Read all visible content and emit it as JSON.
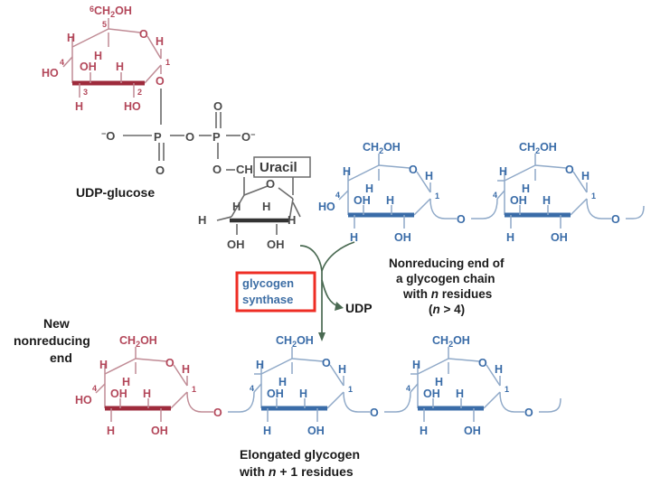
{
  "figure": {
    "title": "Glycogen synthase reaction",
    "background": "#ffffff",
    "colors": {
      "red_sugar": "#b3475a",
      "red_sugar_bold": "#9e2b3c",
      "blue_sugar": "#3a6ca8",
      "grey_structure": "#4a4a4a",
      "enzyme_box_border": "#ee2d24",
      "enzyme_text": "#3d6ea5",
      "arrow": "#4a6a52",
      "uracil_box_border": "#6b6b6b"
    }
  },
  "substrate": {
    "label": "UDP-glucose",
    "glucose_ring": {
      "carbon_numbers": [
        "6",
        "5",
        "4",
        "3",
        "2",
        "1"
      ],
      "substituents": {
        "c6": "CH₂OH",
        "c5_h": "H",
        "c4_h": "H",
        "c4_oh": "HO",
        "c3_oh": "OH",
        "c3_h": "H",
        "c2_h": "H",
        "c2_oh": "HO",
        "c1_h": "H",
        "ring_o": "O",
        "c1_link_o": "O"
      }
    },
    "pyrophosphate": {
      "left_oxygen": "⁻O",
      "p1": "P",
      "bridge_o": "O",
      "p2": "P",
      "right_oxygen": "O⁻",
      "p1_double_o": "O",
      "p2_double_o": "O",
      "ester_o": "O",
      "ch2": "CH₂"
    },
    "ribose": {
      "ring_o": "O",
      "h_labels": [
        "H",
        "H",
        "H",
        "H"
      ],
      "oh_labels": [
        "OH",
        "OH"
      ],
      "base_label": "Uracil"
    }
  },
  "enzyme": {
    "name_line1": "glycogen",
    "name_line2": "synthase",
    "product_released": "UDP"
  },
  "acceptor_chain": {
    "caption_lines": [
      "Nonreducing end of",
      "a glycogen chain",
      "with n residues",
      "(n > 4)"
    ],
    "caption_italic_tokens": [
      "n"
    ],
    "residue_count_note": "n > 4",
    "units": [
      {
        "color": "blue",
        "carbon_numbers": [
          "4",
          "1"
        ],
        "substituents": {
          "c6": "CH₂OH",
          "ring_o": "O",
          "c5_h": "H",
          "c4_h": "H",
          "c4_oh": "HO",
          "c3_oh": "OH",
          "c3_h": "H",
          "c2_h": "H",
          "c2_oh": "OH",
          "c1_h": "H"
        }
      },
      {
        "color": "blue",
        "carbon_numbers": [
          "4",
          "1"
        ],
        "substituents": {
          "c6": "CH₂OH",
          "ring_o": "O",
          "c5_h": "H",
          "c4_h": "H",
          "c3_oh": "OH",
          "c3_h": "H",
          "c2_h": "H",
          "c2_oh": "OH",
          "c1_h": "H"
        }
      }
    ],
    "glycosidic_o": "O"
  },
  "product_chain": {
    "new_end_label_lines": [
      "New",
      "nonreducing",
      "end"
    ],
    "caption_lines": [
      "Elongated  glycogen",
      "with n + 1 residues"
    ],
    "caption_italic_tokens": [
      "n"
    ],
    "units": [
      {
        "color": "red",
        "carbon_numbers": [
          "4",
          "1"
        ],
        "substituents": {
          "c6": "CH₂OH",
          "ring_o": "O",
          "c5_h": "H",
          "c4_h": "H",
          "c4_oh": "HO",
          "c3_oh": "OH",
          "c3_h": "H",
          "c2_h": "H",
          "c2_oh": "OH",
          "c1_h": "H"
        }
      },
      {
        "color": "blue",
        "carbon_numbers": [
          "4",
          "1"
        ],
        "substituents": {
          "c6": "CH₂OH",
          "ring_o": "O",
          "c5_h": "H",
          "c4_h": "H",
          "c3_oh": "OH",
          "c3_h": "H",
          "c2_h": "H",
          "c2_oh": "OH",
          "c1_h": "H"
        }
      },
      {
        "color": "blue",
        "carbon_numbers": [
          "4",
          "1"
        ],
        "substituents": {
          "c6": "CH₂OH",
          "ring_o": "O",
          "c5_h": "H",
          "c4_h": "H",
          "c3_oh": "OH",
          "c3_h": "H",
          "c2_h": "H",
          "c2_oh": "OH",
          "c1_h": "H"
        }
      }
    ],
    "glycosidic_o": "O"
  }
}
